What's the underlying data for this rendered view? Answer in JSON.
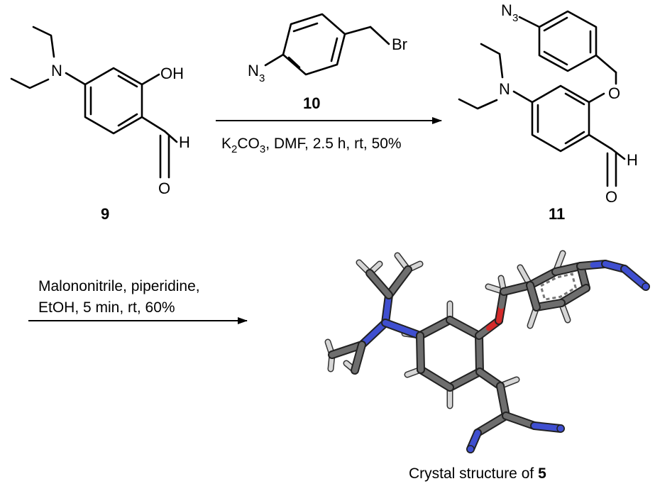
{
  "compounds": {
    "c9": {
      "number": "9",
      "atoms": {
        "N": "N",
        "OH": "OH",
        "H": "H",
        "O": "O"
      }
    },
    "c10": {
      "number": "10",
      "atoms": {
        "N3": "N",
        "N3_sub": "3",
        "Br": "Br"
      }
    },
    "c11": {
      "number": "11",
      "atoms": {
        "N3": "N",
        "N3_sub": "3",
        "N": "N",
        "O_ether": "O",
        "H": "H",
        "O": "O"
      }
    }
  },
  "step1": {
    "reagent_number": "10",
    "conditions_pre": "K",
    "conditions_sub1": "2",
    "conditions_mid": "CO",
    "conditions_sub2": "3",
    "conditions_post": ", DMF, 2.5 h, rt, 50%"
  },
  "step2": {
    "line1": "Malononitrile, piperidine,",
    "line2": "EtOH, 5 min, rt, 60%"
  },
  "crystal": {
    "caption_text": "Crystal structure of ",
    "caption_num": "5",
    "colors": {
      "carbon": "#6e6e6e",
      "hydrogen": "#d6d6d6",
      "nitrogen": "#3f4fd0",
      "oxygen": "#d42a2a"
    }
  }
}
